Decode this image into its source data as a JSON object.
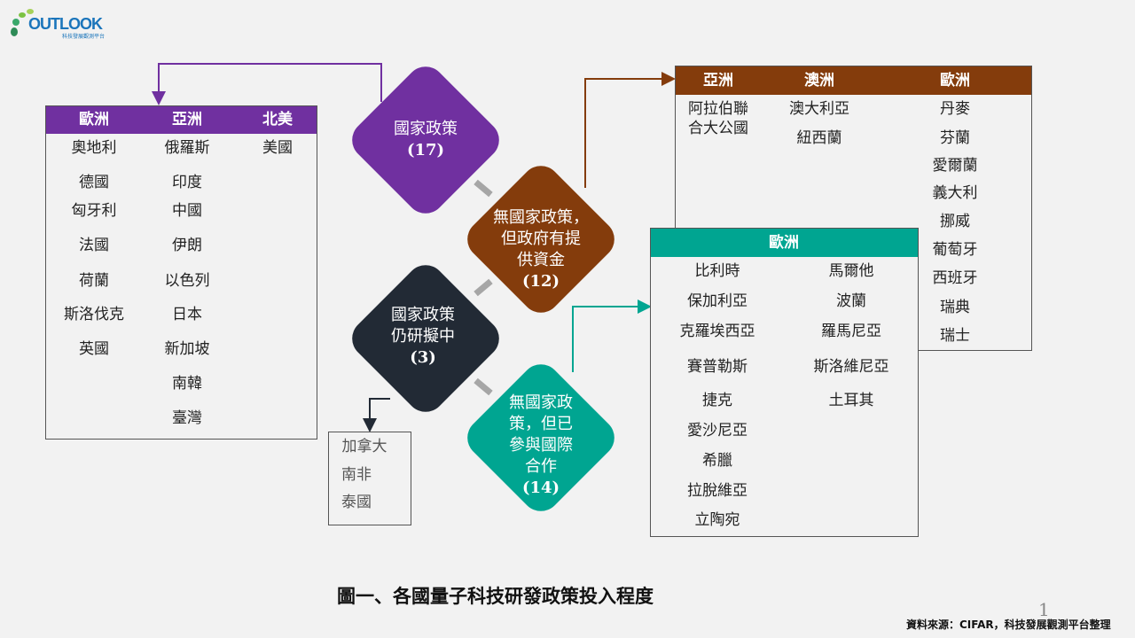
{
  "logo": {
    "text": "OUTLOOK",
    "subtitle": "科技發展觀測平台"
  },
  "nodes": {
    "policy": {
      "line1": "國家政策",
      "count": "(17)",
      "color": "#7030a0"
    },
    "funding": {
      "line1": "無國家政策，",
      "line2": "但政府有提",
      "line3": "供資金",
      "count": "(12)",
      "color": "#843c0c"
    },
    "drafting": {
      "line1": "國家政策",
      "line2": "仍研擬中",
      "count": "(3)",
      "color": "#222a35"
    },
    "intl": {
      "line1": "無國家政",
      "line2": "策，但已",
      "line3": "參與國際",
      "line4": "合作",
      "count": "(14)",
      "color": "#00a591"
    }
  },
  "policy_table": {
    "headers": [
      "歐洲",
      "亞洲",
      "北美"
    ],
    "europe": [
      "奧地利",
      "德國",
      "匈牙利",
      "法國",
      "荷蘭",
      "斯洛伐克",
      "英國"
    ],
    "asia": [
      "俄羅斯",
      "印度",
      "中國",
      "伊朗",
      "以色列",
      "日本",
      "新加坡",
      "南韓",
      "臺灣"
    ],
    "north_america": [
      "美國"
    ]
  },
  "funding_table": {
    "headers": [
      "亞洲",
      "澳洲",
      "歐洲"
    ],
    "asia": [
      "阿拉伯聯",
      "合大公國"
    ],
    "oceania": [
      "澳大利亞",
      "紐西蘭"
    ],
    "europe": [
      "丹麥",
      "芬蘭",
      "愛爾蘭",
      "義大利",
      "挪威",
      "葡萄牙",
      "西班牙",
      "瑞典",
      "瑞士"
    ]
  },
  "intl_table": {
    "header": "歐洲",
    "col1": [
      "比利時",
      "保加利亞",
      "克羅埃西亞",
      "賽普勒斯",
      "捷克",
      "愛沙尼亞",
      "希臘",
      "拉脫維亞",
      "立陶宛"
    ],
    "col2": [
      "馬爾他",
      "波蘭",
      "羅馬尼亞",
      "斯洛維尼亞",
      "土耳其"
    ]
  },
  "drafting_list": [
    "加拿大",
    "南非",
    "泰國"
  ],
  "caption": "圖一、各國量子科技研發政策投入程度",
  "page_number": "1",
  "source": "資料來源：CIFAR，科技發展觀測平台整理"
}
